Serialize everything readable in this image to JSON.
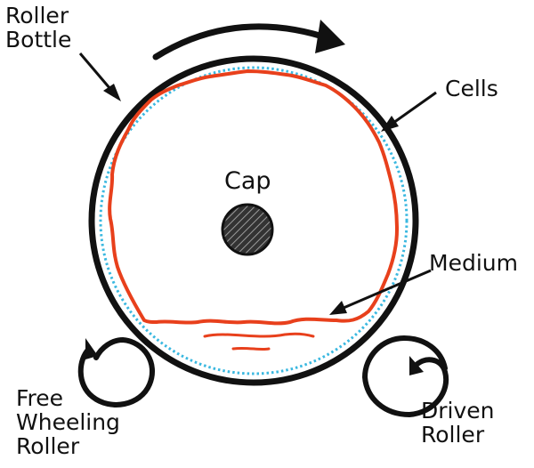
{
  "labels": {
    "roller_bottle_line1": "Roller",
    "roller_bottle_line2": "Bottle",
    "cells": "Cells",
    "cap": "Cap",
    "medium": "Medium",
    "free_wheeling_line1": "Free",
    "free_wheeling_line2": "Wheeling",
    "free_wheeling_line3": "Roller",
    "driven_line1": "Driven",
    "driven_line2": "Roller"
  },
  "colors": {
    "outline": "#111111",
    "cells_layer": "#3ab8e0",
    "medium": "#e8401c",
    "cap_fill": "#333333"
  },
  "icons": {
    "rotation": "clockwise-arrow-icon",
    "free_roller": "counterclockwise-roller-icon",
    "driven_roller": "clockwise-roller-icon"
  }
}
